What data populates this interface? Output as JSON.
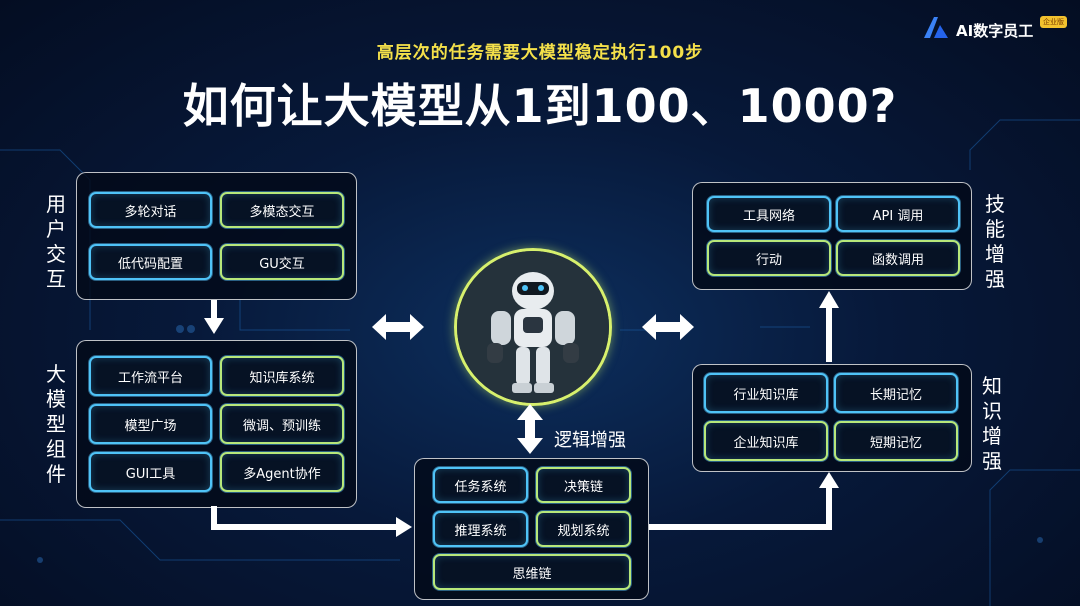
{
  "header": {
    "subtitle": "高层次的任务需要大模型稳定执行100步",
    "title": "如何让大模型从1到100、1000?"
  },
  "logo": {
    "text": "AI数字员工",
    "badge": "企业版"
  },
  "groups": {
    "user_interaction": {
      "label": "用户交互",
      "items": [
        "多轮对话",
        "多模态交互",
        "低代码配置",
        "GU交互"
      ]
    },
    "model_components": {
      "label": "大模型组件",
      "items": [
        "工作流平台",
        "知识库系统",
        "模型广场",
        "微调、预训练",
        "GUI工具",
        "多Agent协作"
      ]
    },
    "skill_enhancement": {
      "label": "技能增强",
      "items": [
        "工具网络",
        "API 调用",
        "行动",
        "函数调用"
      ]
    },
    "knowledge_enhancement": {
      "label": "知识增强",
      "items": [
        "行业知识库",
        "长期记忆",
        "企业知识库",
        "短期记忆"
      ]
    },
    "logic_enhancement": {
      "label": "逻辑增强",
      "items": [
        "任务系统",
        "决策链",
        "推理系统",
        "规划系统",
        "思维链"
      ]
    }
  },
  "colors": {
    "accent_yellow": "#f4e04a",
    "chip_green": "#b7e87a",
    "chip_blue": "#4fc3f7",
    "panel_border": "#ffffff"
  }
}
